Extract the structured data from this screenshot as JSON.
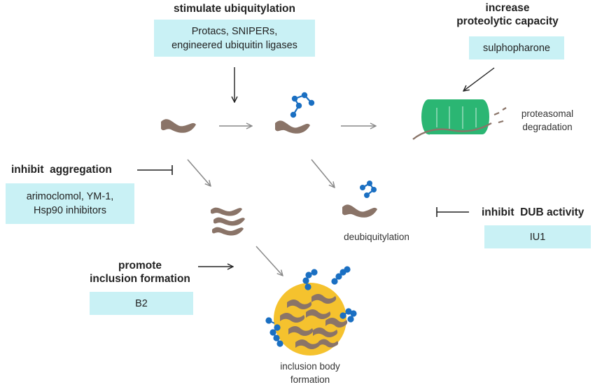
{
  "colors": {
    "box_fill": "#c9f1f5",
    "protein": "#8a7468",
    "ubiquitin": "#1a6fc2",
    "proteasome": "#2bb673",
    "inclusion_body": "#f5c22e",
    "arrow": "#888888"
  },
  "interventions": {
    "ubiquitylation": {
      "heading": "stimulate ubiquitylation",
      "agents": [
        "Protacs, SNIPERs,",
        "engineered ubiquitin ligases"
      ]
    },
    "proteolytic": {
      "heading": [
        "increase",
        "proteolytic capacity"
      ],
      "agent": "sulphopharone"
    },
    "aggregation": {
      "heading": "inhibit  aggregation",
      "agents": [
        "arimoclomol, YM-1,",
        "Hsp90 inhibitors"
      ]
    },
    "dub": {
      "heading": "inhibit  DUB activity",
      "agent": "IU1"
    },
    "inclusion": {
      "heading": [
        "promote",
        "inclusion formation"
      ],
      "agent": "B2"
    }
  },
  "outcomes": {
    "proteasomal": [
      "proteasomal",
      "degradation"
    ],
    "deubiquitylation": "deubiquitylation",
    "inclusion_body": [
      "inclusion body",
      "formation"
    ]
  }
}
